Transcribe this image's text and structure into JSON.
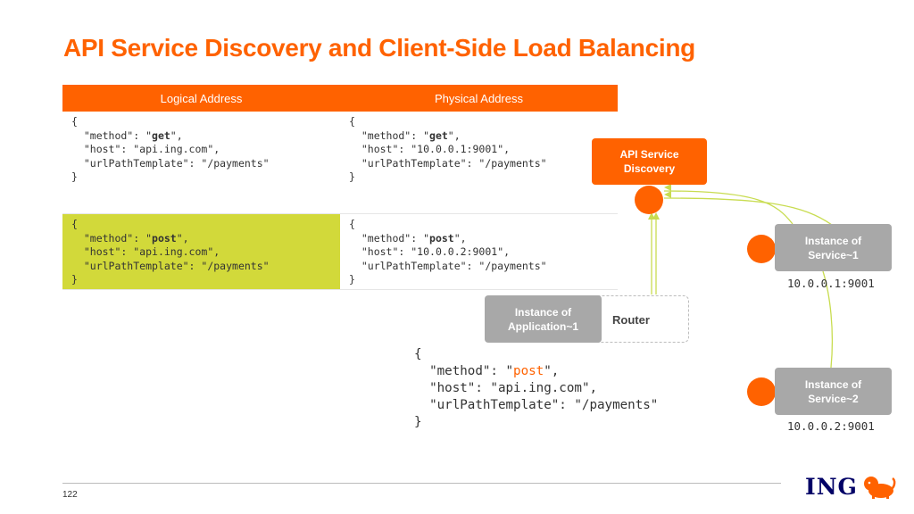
{
  "title": "API Service Discovery and Client-Side Load Balancing",
  "table": {
    "headers": [
      "Logical Address",
      "Physical Address"
    ],
    "rows": [
      {
        "logical": {
          "method": "get",
          "host": "api.ing.com",
          "urlPathTemplate": "/payments"
        },
        "physical": {
          "method": "get",
          "host": "10.0.0.1:9001",
          "urlPathTemplate": "/payments"
        },
        "highlighted": false
      },
      {
        "logical": {
          "method": "post",
          "host": "api.ing.com",
          "urlPathTemplate": "/payments"
        },
        "physical": {
          "method": "post",
          "host": "10.0.0.2:9001",
          "urlPathTemplate": "/payments"
        },
        "highlighted": true
      }
    ]
  },
  "diagram": {
    "discovery_label": "API Service Discovery",
    "app_instance_label": "Instance of Application~1",
    "router_label": "Router",
    "service1_label": "Instance of Service~1",
    "service1_address": "10.0.0.1:9001",
    "service2_label": "Instance of Service~2",
    "service2_address": "10.0.0.2:9001",
    "request": {
      "method": "post",
      "host": "api.ing.com",
      "urlPathTemplate": "/payments"
    }
  },
  "footer": {
    "page_number": "122",
    "logo_text": "ING"
  },
  "colors": {
    "brand_orange": "#ff6200",
    "highlight_green": "#d2d93a",
    "service_gray": "#a8a8a8",
    "line_green": "#c8dc50",
    "logo_navy": "#000066"
  }
}
